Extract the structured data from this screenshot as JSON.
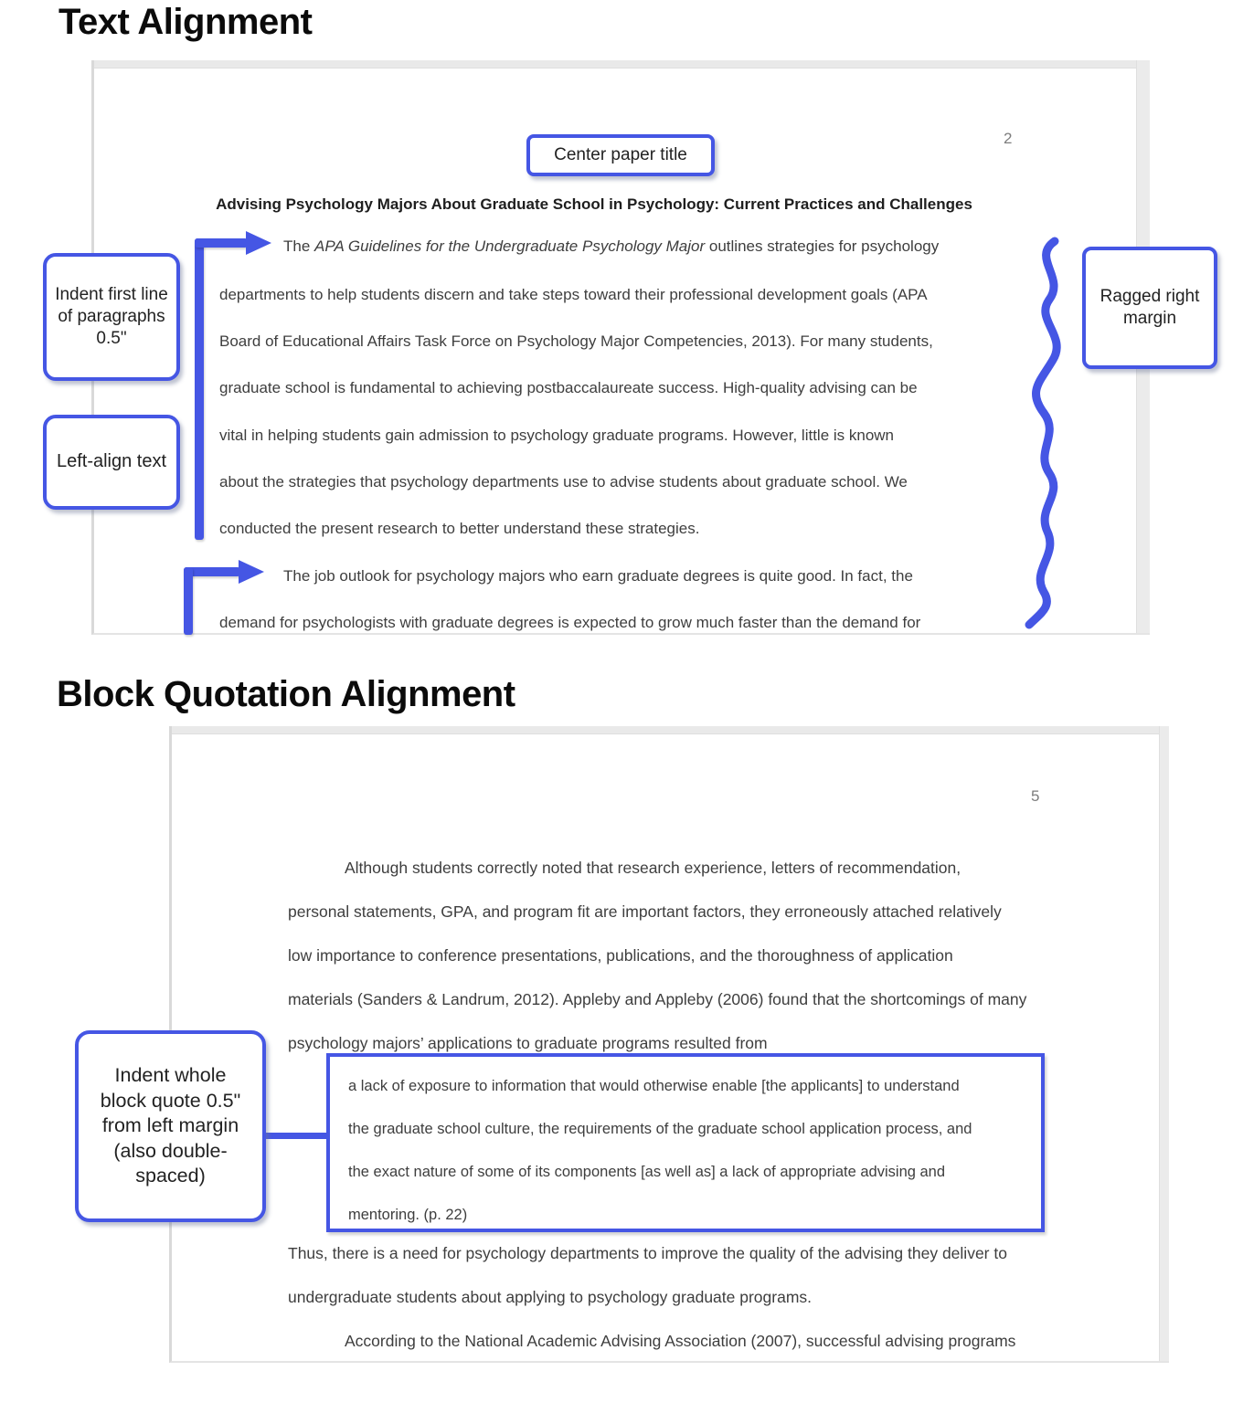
{
  "accent_color": "#4556e4",
  "text_alignment": {
    "heading": "Text Alignment",
    "page": {
      "page_number": "2",
      "paper_title": "Advising Psychology Majors About Graduate School in Psychology: Current Practices and Challenges",
      "para1_first_line": {
        "prefix": "The ",
        "italic": "APA Guidelines for the Undergraduate Psychology Major",
        "suffix": " outlines strategies for psychology"
      },
      "para1_lines": [
        "departments to help students discern and take steps toward their professional development goals (APA",
        "Board of Educational Affairs Task Force on Psychology Major Competencies, 2013). For many students,",
        "graduate school is fundamental to achieving postbaccalaureate success. High-quality advising can be",
        "vital in helping students gain admission to psychology graduate programs. However, little is known",
        "about the strategies that psychology departments use to advise students about graduate school. We",
        "conducted the present research to better understand these strategies."
      ],
      "para2_lines": [
        "The job outlook for psychology majors who earn graduate degrees is quite good. In fact, the",
        "demand for psychologists with graduate degrees is expected to grow much faster than the demand for"
      ]
    },
    "callouts": {
      "center_title": "Center paper title",
      "indent_first_line": "Indent first line\nof paragraphs\n0.5\"",
      "left_align": "Left-align text",
      "ragged_right": "Ragged right\nmargin"
    }
  },
  "block_quotation_alignment": {
    "heading": "Block Quotation Alignment",
    "page": {
      "page_number": "5",
      "para_lines": [
        "Although students correctly noted that research experience, letters of recommendation,",
        "personal statements, GPA, and program fit are important factors, they erroneously attached relatively",
        "low importance to conference presentations, publications, and the thoroughness of application",
        "materials (Sanders & Landrum, 2012). Appleby and Appleby (2006) found that the shortcomings of many",
        "psychology majors’ applications to graduate programs resulted from"
      ],
      "quote_lines": [
        "a lack of exposure to information that would otherwise enable [the applicants] to understand",
        "the graduate school culture, the requirements of the graduate school application process, and",
        "the exact nature of some of its components [as well as] a lack of appropriate advising and",
        "mentoring. (p. 22)"
      ],
      "after_quote_lines": [
        "Thus, there is a need for psychology departments to improve the quality of the advising they deliver to",
        "undergraduate students about applying to psychology graduate programs.",
        "According to the National Academic Advising Association (2007), successful advising programs"
      ]
    },
    "callouts": {
      "indent_block_quote": "Indent whole\nblock quote 0.5\"\nfrom left margin\n(also double-\nspaced)"
    }
  }
}
